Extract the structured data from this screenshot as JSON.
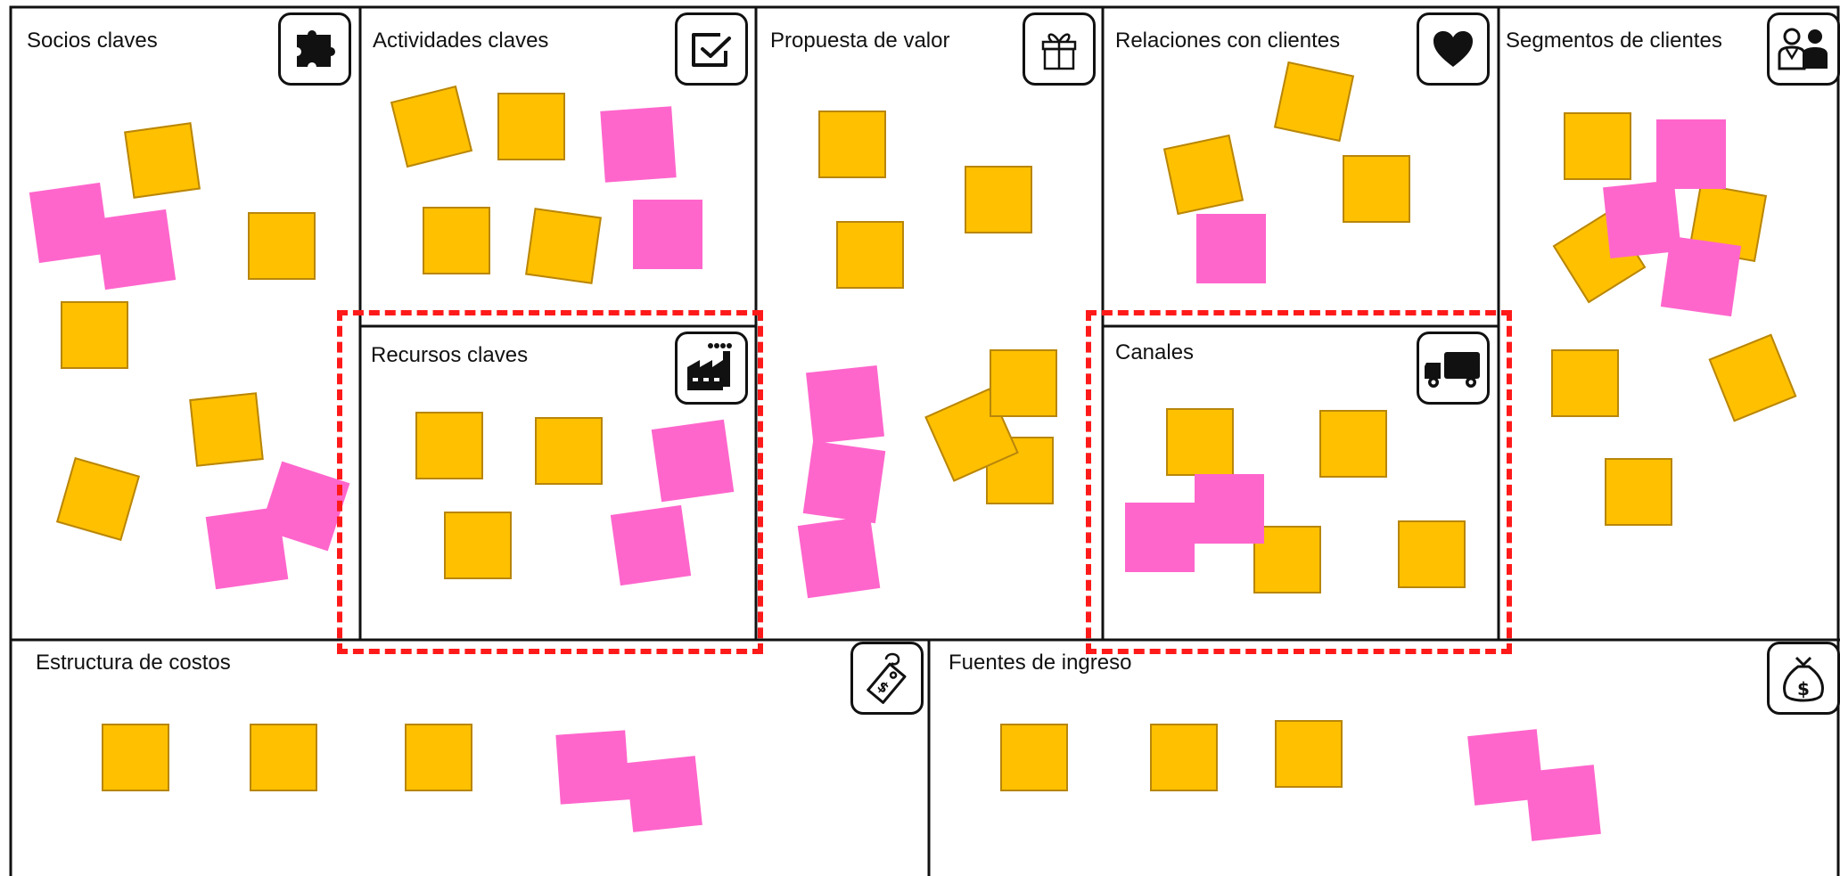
{
  "canvas": {
    "title": "",
    "colors": {
      "yellow": "#FFC000",
      "yellow_border": "#B8860B",
      "pink": "#FF66CC",
      "highlight": "#FF1A1A",
      "line": "#111111"
    }
  },
  "blocks": {
    "socios": {
      "label": "Socios claves",
      "icon": "puzzle-icon"
    },
    "actividades": {
      "label": "Actividades claves",
      "icon": "checkbox-icon"
    },
    "recursos": {
      "label": "Recursos claves",
      "icon": "factory-icon"
    },
    "propuesta": {
      "label": "Propuesta de valor",
      "icon": "gift-icon"
    },
    "relaciones": {
      "label": "Relaciones con clientes",
      "icon": "heart-icon"
    },
    "canales": {
      "label": "Canales",
      "icon": "truck-icon"
    },
    "segmentos": {
      "label": "Segmentos de clientes",
      "icon": "customers-icon"
    },
    "costos": {
      "label": "Estructura de costos",
      "icon": "price-tag-icon"
    },
    "ingresos": {
      "label": "Fuentes de ingreso",
      "icon": "money-bag-icon"
    }
  },
  "highlighted_blocks": [
    "Recursos claves",
    "Canales"
  ]
}
